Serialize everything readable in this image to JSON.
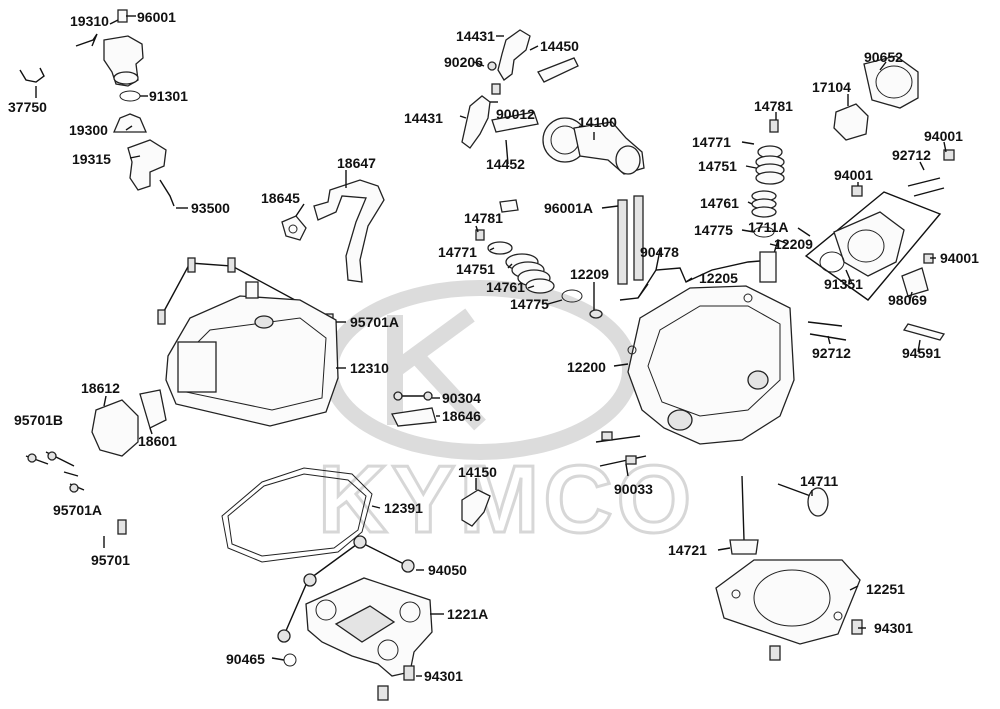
{
  "watermark": "KYMCO",
  "labels": {
    "p19310": "19310",
    "p96001": "96001",
    "p91301": "91301",
    "p37750": "37750",
    "p19300": "19300",
    "p19315": "19315",
    "p93500": "93500",
    "p18645": "18645",
    "p18647": "18647",
    "p95701A_top": "95701A",
    "p12310": "12310",
    "p18612": "18612",
    "p95701B": "95701B",
    "p18601": "18601",
    "p95701A_left": "95701A",
    "p95701": "95701",
    "p90304": "90304",
    "p18646": "18646",
    "p12391": "12391",
    "p14150": "14150",
    "p94050": "94050",
    "p1221A": "1221A",
    "p90465": "90465",
    "p94301_bottom": "94301",
    "p14431_top": "14431",
    "p14450": "14450",
    "p90206": "90206",
    "p90012": "90012",
    "p14431_mid": "14431",
    "p14100": "14100",
    "p14452": "14452",
    "p14781_left": "14781",
    "p14771_left": "14771",
    "p14751_left": "14751",
    "p14761_left": "14761",
    "p14775_left": "14775",
    "p12209_left": "12209",
    "p96001A": "96001A",
    "p90478": "90478",
    "p12209_right": "12209",
    "p12205": "12205",
    "p12200": "12200",
    "p90033": "90033",
    "p14781_right": "14781",
    "p14771_right": "14771",
    "p14751_right": "14751",
    "p14761_right": "14761",
    "p14775_right": "14775",
    "p1711A": "1711A",
    "p17104": "17104",
    "p90652": "90652",
    "p94001_top": "94001",
    "p92712_top": "92712",
    "p94001_mid": "94001",
    "p94001_right": "94001",
    "p91351": "91351",
    "p98069": "98069",
    "p92712_bottom": "92712",
    "p94591": "94591",
    "p14711": "14711",
    "p14721": "14721",
    "p12251": "12251",
    "p94301_right": "94301"
  }
}
